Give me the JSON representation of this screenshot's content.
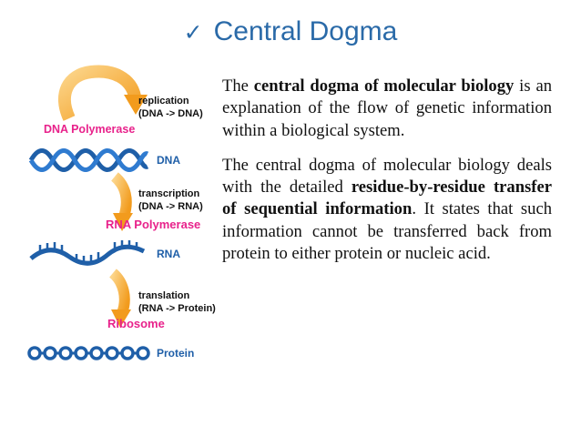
{
  "title": {
    "check_icon": "check-icon",
    "text": "Central Dogma"
  },
  "paragraph1": {
    "p1": "The ",
    "b1": "central dogma of molecular biology",
    "p2": " is an explanation of the flow of genetic information within a biological system."
  },
  "paragraph2": {
    "p1": "The central dogma of molecular biology deals with the detailed ",
    "b1": "residue-by-residue transfer of sequential information",
    "p2": ". It states that such information cannot be transferred back from protein to either protein or nucleic acid."
  },
  "diagram": {
    "replication": {
      "label": "replication",
      "sub": "(DNA -> DNA)",
      "enzyme": "DNA Polymerase"
    },
    "dna": {
      "label": "DNA"
    },
    "transcription": {
      "label": "transcription",
      "sub": "(DNA -> RNA)",
      "enzyme": "RNA Polymerase"
    },
    "rna": {
      "label": "RNA"
    },
    "translation": {
      "label": "translation",
      "sub": "(RNA -> Protein)",
      "enzyme": "Ribosome"
    },
    "protein": {
      "label": "Protein"
    },
    "colors": {
      "arrow": "#f5a623",
      "enzyme": "#e8228b",
      "molecule": "#1f5fa8",
      "label": "#111111"
    }
  }
}
